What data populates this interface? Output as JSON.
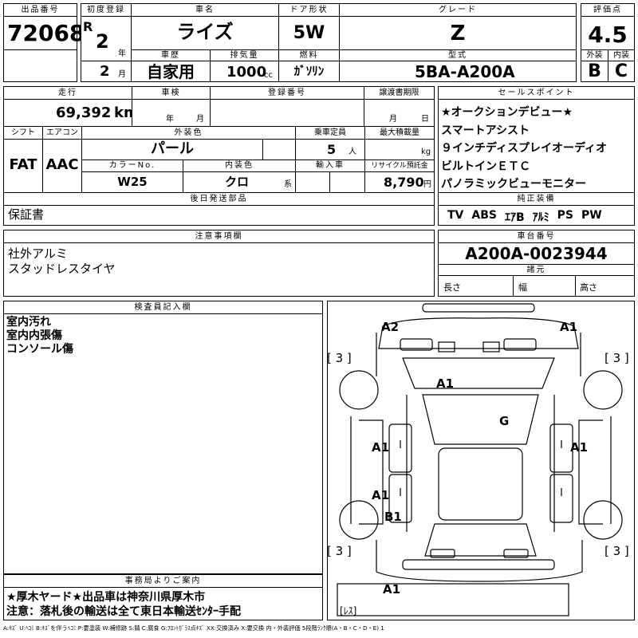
{
  "header": {
    "lot_no_label": "出品番号",
    "lot_no": "72068",
    "first_reg_label": "初度登録",
    "era": "R",
    "year": "2",
    "year_unit": "年",
    "month": "2",
    "month_unit": "月",
    "car_name_label": "車名",
    "car_name": "ライズ",
    "history_label": "車歴",
    "history": "自家用",
    "displacement_label": "排気量",
    "displacement": "1000",
    "displacement_unit": "cc",
    "door_label": "ドア形状",
    "door": "5W",
    "fuel_label": "燃料",
    "fuel": "ｶﾞｿﾘﾝ",
    "grade_label": "グレード",
    "grade": "Z",
    "model_label": "型式",
    "model": "5BA-A200A",
    "score_label": "評価点",
    "score": "4.5",
    "ext_label": "外装",
    "ext": "B",
    "int_label": "内装",
    "int": "C"
  },
  "details": {
    "mileage_label": "走行",
    "mileage": "69,392",
    "mileage_unit": "km",
    "inspection_label": "車検",
    "insp_year_unit": "年",
    "insp_month_unit": "月",
    "reg_no_label": "登録番号",
    "transfer_label": "譲渡書期限",
    "transfer_month_unit": "月",
    "transfer_day_unit": "日",
    "shift_label": "シフト",
    "shift": "FAT",
    "ac_label": "エアコン",
    "ac": "AAC",
    "ext_color_label": "外装色",
    "ext_color": "パール",
    "capacity_label": "乗車定員",
    "capacity": "5",
    "capacity_unit": "人",
    "load_label": "最大積載量",
    "load_unit": "kg",
    "color_no_label": "カラーNo.",
    "color_no": "W25",
    "int_color_label": "内装色",
    "int_color": "クロ",
    "int_color_unit": "系",
    "import_label": "輸入車",
    "recycle_label": "リサイクル預託金",
    "recycle": "8,790",
    "recycle_unit": "円",
    "later_parts_label": "後日発送部品",
    "later_parts": "保証書"
  },
  "sales_points": {
    "label": "セールスポイント",
    "items": [
      "★オークションデビュー★",
      "スマートアシスト",
      "９インチディスプレイオーディオ",
      "ビルトインＥＴＣ",
      "パノラミックビューモニター"
    ]
  },
  "equipment": {
    "label": "純正装備",
    "items": [
      "TV",
      "ABS",
      "ｴｱB",
      "ｱﾙﾐ",
      "PS",
      "PW"
    ]
  },
  "notes": {
    "label": "注意事項欄",
    "lines": [
      "社外アルミ",
      "スタッドレスタイヤ"
    ]
  },
  "chassis": {
    "label": "車台番号",
    "value": "A200A-0023944",
    "specs_label": "諸元",
    "length_label": "長さ",
    "width_label": "幅",
    "height_label": "高さ"
  },
  "inspector": {
    "label": "検査員記入欄",
    "lines": [
      "室内汚れ",
      "室内内張傷",
      "コンソール傷"
    ]
  },
  "office": {
    "label": "事務局よりご案内",
    "lines": [
      "★厚木ヤード★出品車は神奈川県厚木市",
      "注意：落札後の輸送は全て東日本輸送ｾﾝﾀｰ手配"
    ]
  },
  "diagram": {
    "marks": {
      "front_left": "A2",
      "front_right": "A1",
      "hood": "A1",
      "roof": "G",
      "left_front_door": "A1",
      "right_front_door": "A1",
      "left_rear_door": "A1",
      "left_rear": "B1",
      "rear": "A1"
    },
    "tire_fl": "[ 3 ]",
    "tire_fr": "[ 3 ]",
    "tire_rl": "[ 3 ]",
    "tire_rr": "[ 3 ]",
    "spare": "[ﾚｽ]"
  },
  "footer": {
    "legend": "A:ｷｽﾞ U:ﾍｺﾐ B:ｷｽﾞを伴うﾍｺﾐ P:要塗装 W:補修跡 S:錆 C:腐食 G:ﾌﾛﾝﾄｶﾞﾗｽ点ｷｽﾞ XX:交換済み X:要交換 内・外装評価 5段階ﾗﾝｸ順(A・B・C・D・E) 1"
  }
}
